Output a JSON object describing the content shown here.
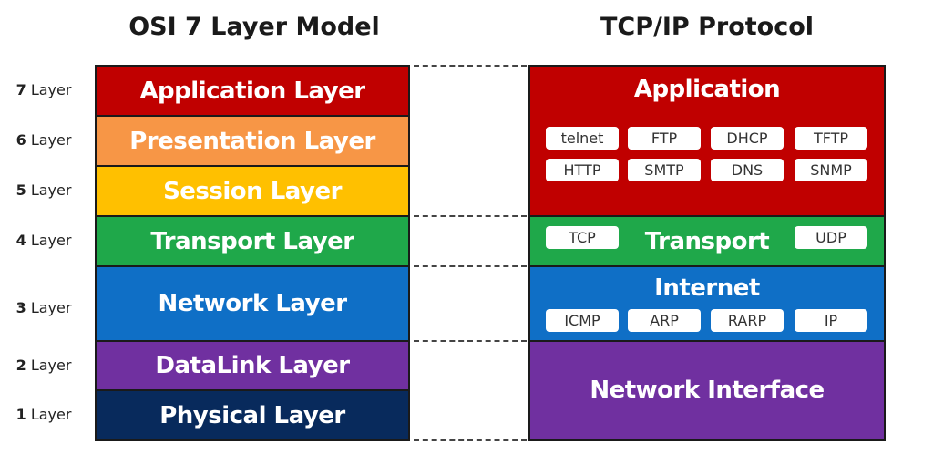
{
  "titles": {
    "osi": "OSI 7 Layer Model",
    "tcp": "TCP/IP Protocol"
  },
  "layer_word": "Layer",
  "osi_layers": [
    {
      "num": "7",
      "name": "Application Layer",
      "color": "#c00000"
    },
    {
      "num": "6",
      "name": "Presentation Layer",
      "color": "#f79646"
    },
    {
      "num": "5",
      "name": "Session Layer",
      "color": "#ffc000"
    },
    {
      "num": "4",
      "name": "Transport Layer",
      "color": "#1fa84a"
    },
    {
      "num": "3",
      "name": "Network Layer",
      "color": "#0f6fc6"
    },
    {
      "num": "2",
      "name": "DataLink Layer",
      "color": "#7030a0"
    },
    {
      "num": "1",
      "name": "Physical Layer",
      "color": "#082a5c"
    }
  ],
  "tcp_layers": {
    "application": {
      "name": "Application",
      "color": "#c00000",
      "protocols": [
        "telnet",
        "FTP",
        "DHCP",
        "TFTP",
        "HTTP",
        "SMTP",
        "DNS",
        "SNMP"
      ]
    },
    "transport": {
      "name": "Transport",
      "color": "#1fa84a",
      "protocols": [
        "TCP",
        "UDP"
      ]
    },
    "internet": {
      "name": "Internet",
      "color": "#0f6fc6",
      "protocols": [
        "ICMP",
        "ARP",
        "RARP",
        "IP"
      ]
    },
    "network_interface": {
      "name": "Network Interface",
      "color": "#7030a0"
    }
  }
}
